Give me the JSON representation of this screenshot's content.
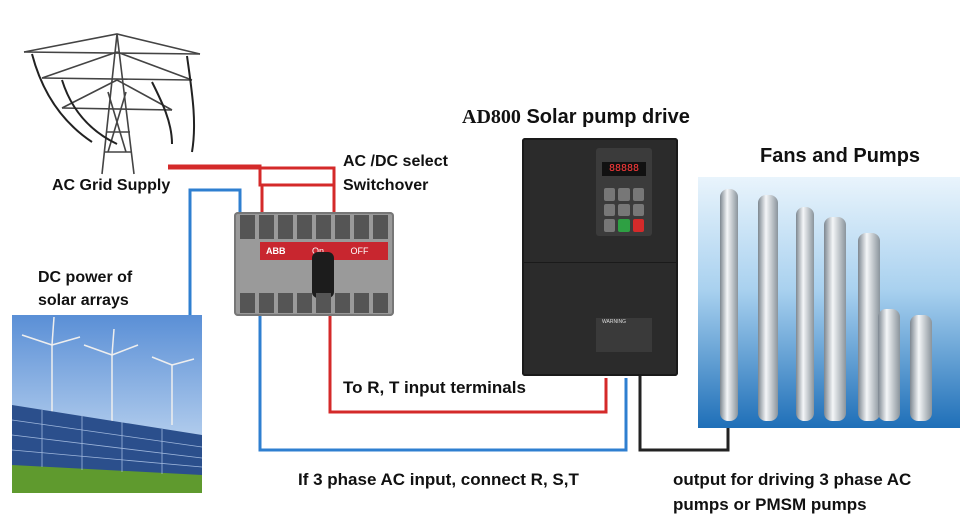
{
  "labels": {
    "grid": "AC Grid Supply",
    "switch_line1": "AC /DC select",
    "switch_line2": "Switchover",
    "drive_model": "AD800",
    "drive_title": "Solar pump drive",
    "fans_pumps": "Fans and Pumps",
    "dc_line1": "DC power of",
    "dc_line2": "solar  arrays",
    "rt_terminals": "To R,  T input terminals",
    "three_phase": "If 3 phase AC input, connect  R, S,T",
    "output_line1": "output for driving 3 phase AC",
    "output_line2": "pumps or PMSM pumps"
  },
  "switch": {
    "brand": "ABB",
    "on_text": "On",
    "off_text": "OFF"
  },
  "drive": {
    "display": "88888",
    "warning": "WARNING"
  },
  "colors": {
    "red_wire": "#d42a2a",
    "blue_wire": "#2f7fd0",
    "black_wire": "#222222"
  }
}
